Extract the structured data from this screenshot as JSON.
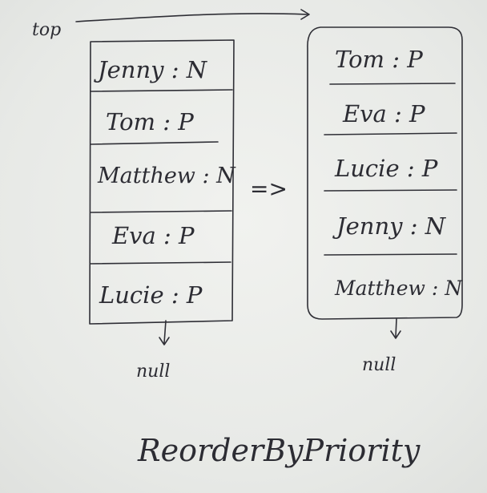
{
  "diagram": {
    "top_label": "top",
    "transform_arrow": "=>",
    "before_stack": {
      "items": [
        "Jenny : N",
        "Tom : P",
        "Matthew : N",
        "Eva : P",
        "Lucie : P"
      ],
      "terminator": "null"
    },
    "after_stack": {
      "items": [
        "Tom : P",
        "Eva : P",
        "Lucie : P",
        "Jenny : N",
        "Matthew : N"
      ],
      "terminator": "null"
    },
    "caption": "ReorderByPriority"
  }
}
